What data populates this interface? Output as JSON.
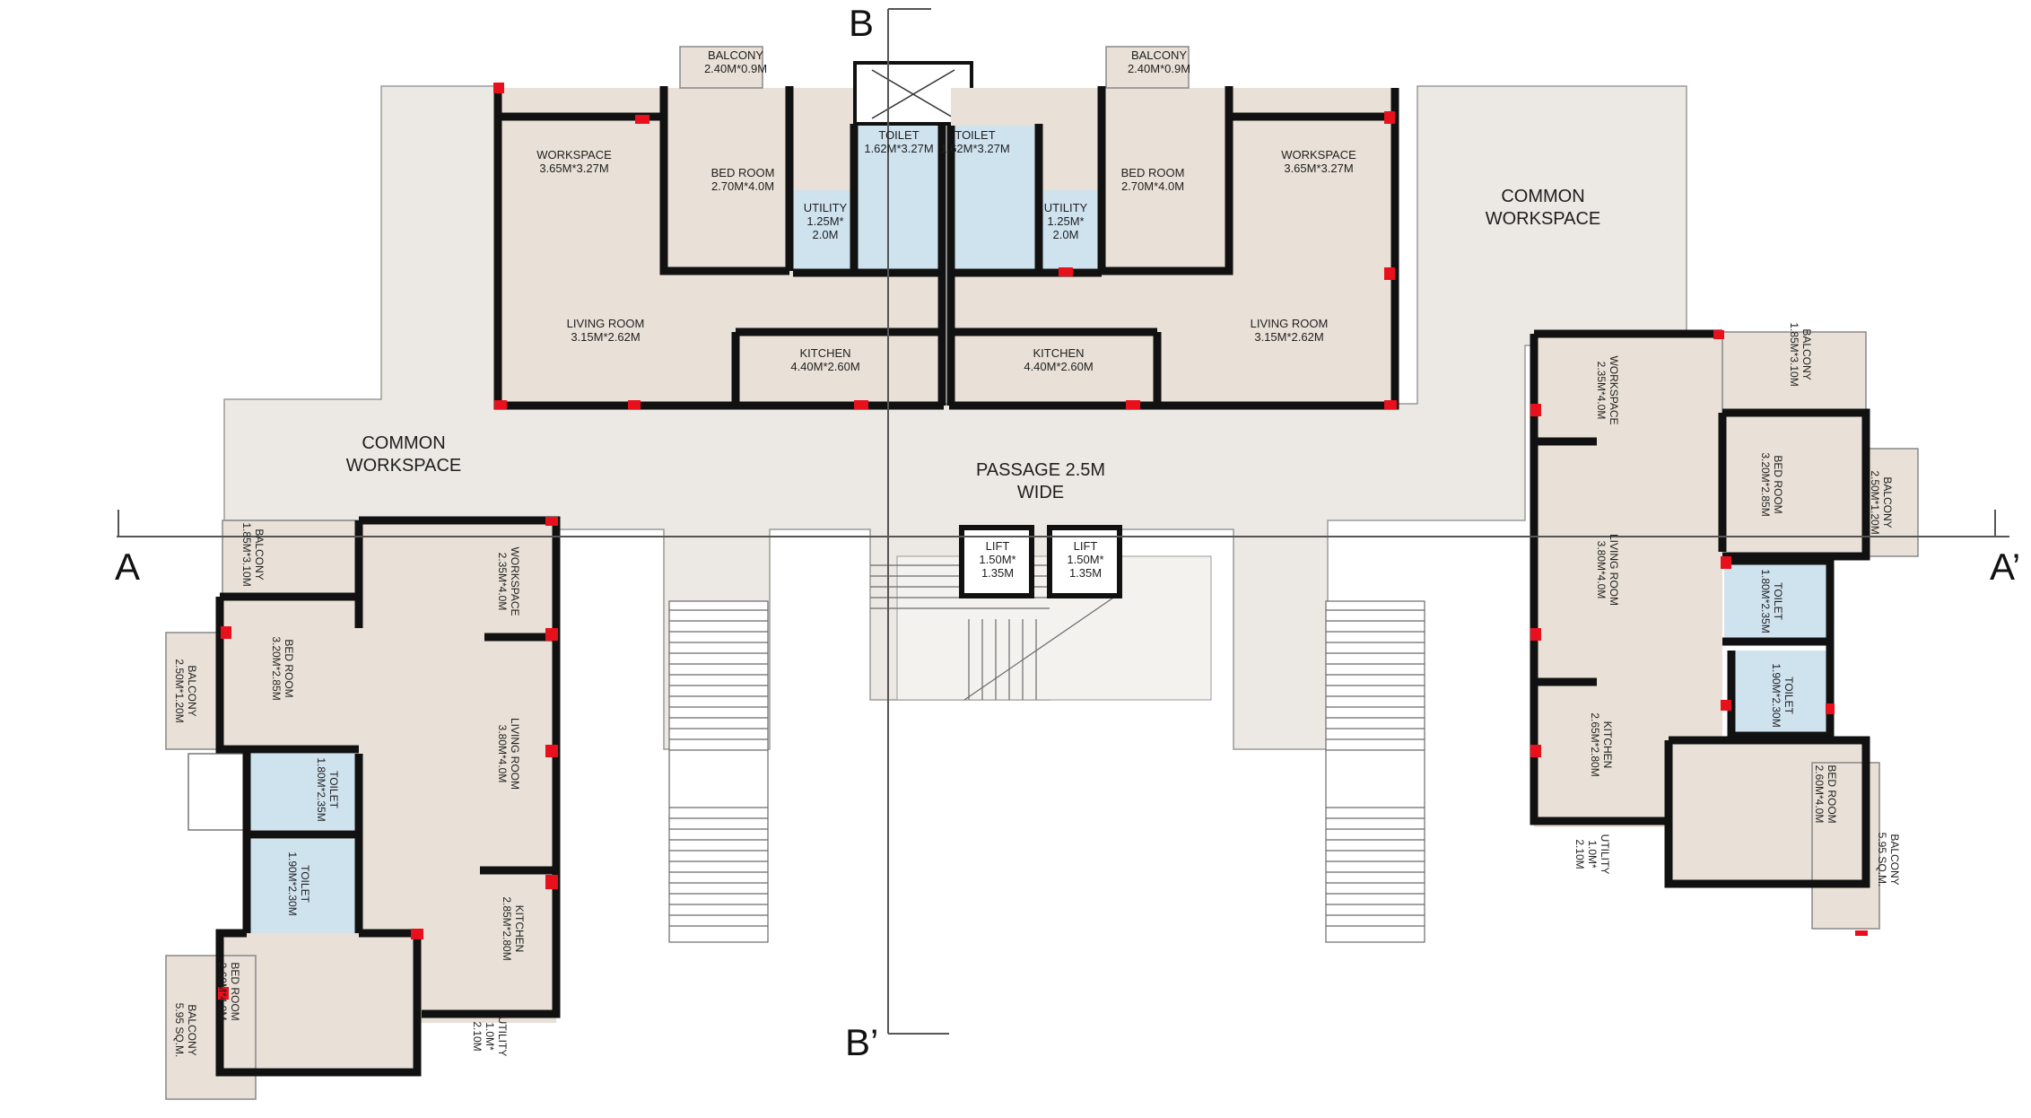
{
  "section_markers": {
    "a": "A",
    "a_prime": "A’",
    "b": "B",
    "b_prime": "B’"
  },
  "labels": {
    "common_ws_top_right": [
      "COMMON",
      "WORKSPACE"
    ],
    "common_ws_left": [
      "COMMON",
      "WORKSPACE"
    ],
    "passage": [
      "PASSAGE 2.5M",
      "WIDE"
    ],
    "lift_left": [
      "LIFT",
      "1.50M*",
      "1.35M"
    ],
    "lift_right": [
      "LIFT",
      "1.50M*",
      "1.35M"
    ],
    "tl_balcony": [
      "BALCONY",
      "2.40M*0.9M"
    ],
    "tl_workspace": [
      "WORKSPACE",
      "3.65M*3.27M"
    ],
    "tl_bedroom": [
      "BED ROOM",
      "2.70M*4.0M"
    ],
    "tl_utility": [
      "UTILITY",
      "1.25M*",
      "2.0M"
    ],
    "tl_toilet": [
      "TOILET",
      "1.62M*3.27M"
    ],
    "tl_living": [
      "LIVING ROOM",
      "3.15M*2.62M"
    ],
    "tl_kitchen": [
      "KITCHEN",
      "4.40M*2.60M"
    ],
    "tr_balcony": [
      "BALCONY",
      "2.40M*0.9M"
    ],
    "tr_workspace": [
      "WORKSPACE",
      "3.65M*3.27M"
    ],
    "tr_bedroom": [
      "BED ROOM",
      "2.70M*4.0M"
    ],
    "tr_utility": [
      "UTILITY",
      "1.25M*",
      "2.0M"
    ],
    "tr_toilet": [
      "TOILET",
      "1.62M*3.27M"
    ],
    "tr_living": [
      "LIVING ROOM",
      "3.15M*2.62M"
    ],
    "tr_kitchen": [
      "KITCHEN",
      "4.40M*2.60M"
    ],
    "bl_balcony_top": [
      "BALCONY",
      "1.85M*3.10M"
    ],
    "bl_workspace": [
      "WORKSPACE",
      "2.35M*4.0M"
    ],
    "bl_balcony_left": [
      "BALCONY",
      "2.50M*1.20M"
    ],
    "bl_bedroom_top": [
      "BED ROOM",
      "3.20M*2.85M"
    ],
    "bl_living": [
      "LIVING ROOM",
      "3.80M*4.0M"
    ],
    "bl_toilet_1": [
      "TOILET",
      "1.80M*2.35M"
    ],
    "bl_toilet_2": [
      "TOILET",
      "1.90M*2.30M"
    ],
    "bl_kitchen": [
      "KITCHEN",
      "2.85M*2.80M"
    ],
    "bl_bedroom_bottom": [
      "BED ROOM",
      "2.60M*4.0M"
    ],
    "bl_balcony_bottom": [
      "BALCONY",
      "5.95 SQ.M."
    ],
    "bl_utility": [
      "UTILITY",
      "1.0M*",
      "2.10M"
    ],
    "br_workspace": [
      "WORKSPACE",
      "2.35M*4.0M"
    ],
    "br_balcony_top": [
      "BALCONY",
      "1.85M*3.10M"
    ],
    "br_bedroom_top": [
      "BED ROOM",
      "3.20M*2.85M"
    ],
    "br_balcony_mid": [
      "BALCONY",
      "2.50M*1.20M"
    ],
    "br_living": [
      "LIVING ROOM",
      "3.80M*4.0M"
    ],
    "br_toilet_1": [
      "TOILET",
      "1.80M*2.35M"
    ],
    "br_toilet_2": [
      "TOILET",
      "1.90M*2.30M"
    ],
    "br_kitchen": [
      "KITCHEN",
      "2.65M*2.80M"
    ],
    "br_bedroom_bottom": [
      "BED ROOM",
      "2.60M*4.0M"
    ],
    "br_balcony_bottom": [
      "BALCONY",
      "5.95 SQ.M."
    ],
    "br_utility": [
      "UTILITY",
      "1.0M*",
      "2.10M"
    ]
  },
  "colors": {
    "floor": "#e9e1d7",
    "common": "#ece9e4",
    "wet": "#cfe3ef",
    "wall": "#111111",
    "column": "#e8101c",
    "line": "#555555"
  }
}
